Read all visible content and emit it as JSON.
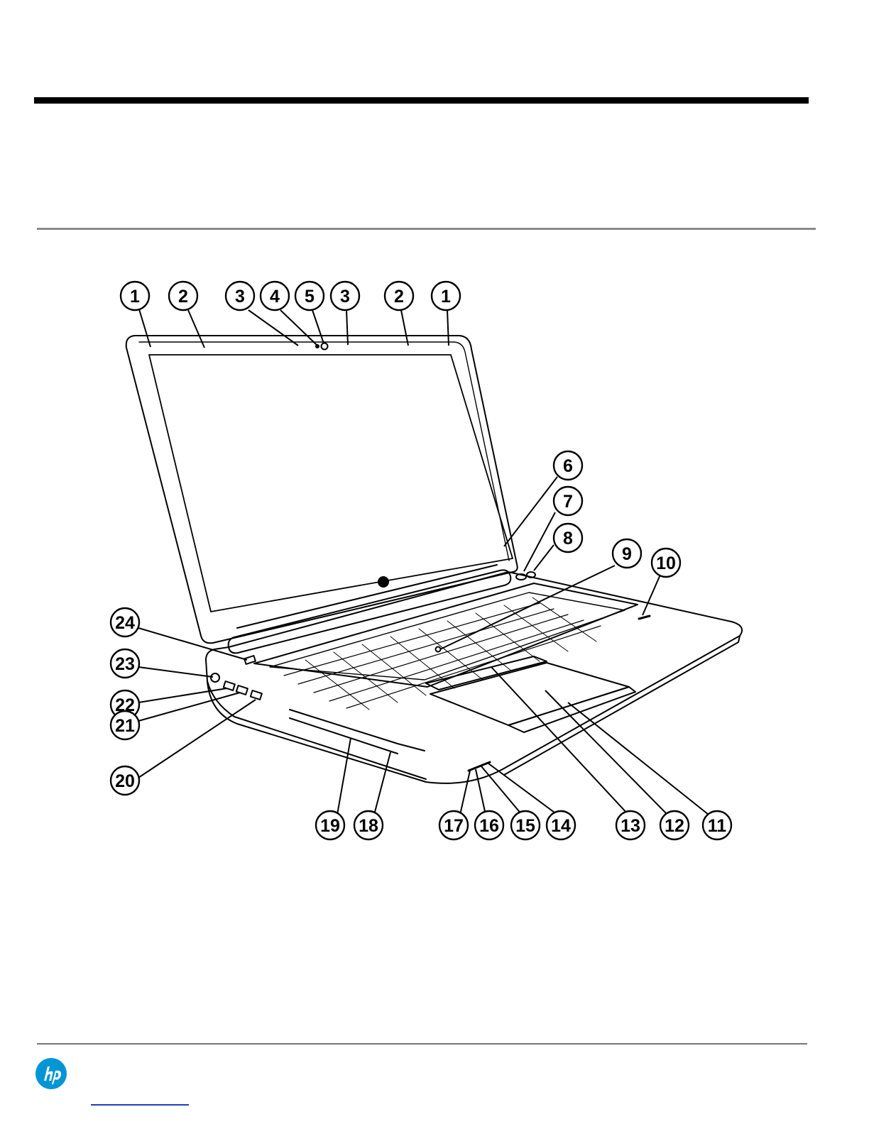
{
  "callouts": {
    "c1a": "1",
    "c2a": "2",
    "c3a": "3",
    "c4": "4",
    "c5": "5",
    "c3b": "3",
    "c2b": "2",
    "c1b": "1",
    "c6": "6",
    "c7": "7",
    "c8": "8",
    "c9": "9",
    "c10": "10",
    "c24": "24",
    "c23": "23",
    "c22": "22",
    "c21": "21",
    "c20": "20",
    "c19": "19",
    "c18": "18",
    "c17": "17",
    "c16": "16",
    "c15": "15",
    "c14": "14",
    "c13": "13",
    "c12": "12",
    "c11": "11"
  },
  "logo": {
    "name": "hp",
    "color": "#0096d6"
  },
  "footer_link_color": "#1f3fbf"
}
